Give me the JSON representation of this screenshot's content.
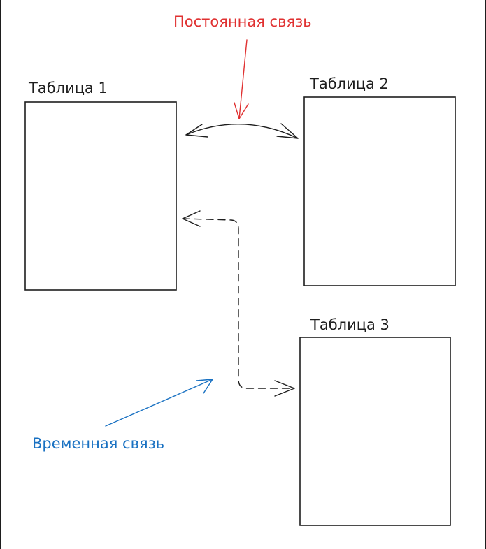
{
  "tables": [
    {
      "label": "Таблица 1"
    },
    {
      "label": "Таблица 2"
    },
    {
      "label": "Таблица 3"
    }
  ],
  "annotations": {
    "permanent": {
      "label": "Постоянная связь",
      "color": "#e03131"
    },
    "temporary": {
      "label": "Временная связь",
      "color": "#1971c2"
    }
  },
  "colors": {
    "ink": "#1e1e1e",
    "background": "#ffffff"
  }
}
